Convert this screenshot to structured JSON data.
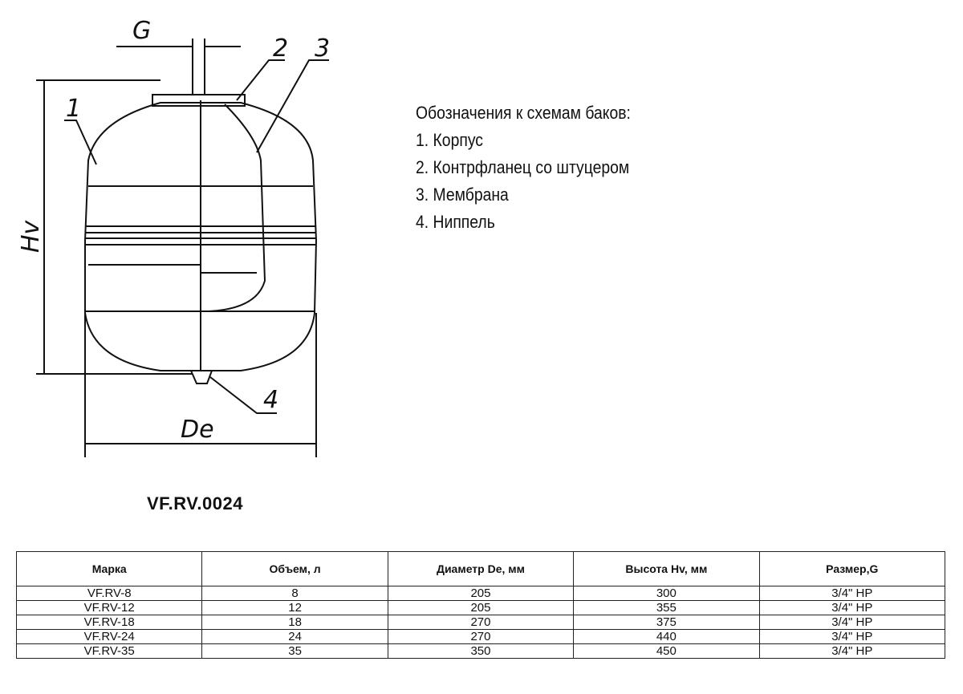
{
  "drawing": {
    "labels": {
      "g": "G",
      "hv": "Hv",
      "de": "De",
      "p1": "1",
      "p2": "2",
      "p3": "3",
      "p4": "4"
    }
  },
  "legend": {
    "title": "Обозначения к схемам баков:",
    "items": [
      "1. Корпус",
      "2. Контрфланец со штуцером",
      "3. Мембрана",
      "4. Ниппель"
    ]
  },
  "model": "VF.RV.0024",
  "table": {
    "headers": [
      "Марка",
      "Объем, л",
      "Диаметр De, мм",
      "Высота Hv, мм",
      "Размер,G"
    ],
    "rows": [
      [
        "VF.RV-8",
        "8",
        "205",
        "300",
        "3/4\" НР"
      ],
      [
        "VF.RV-12",
        "12",
        "205",
        "355",
        "3/4\" НР"
      ],
      [
        "VF.RV-18",
        "18",
        "270",
        "375",
        "3/4\" НР"
      ],
      [
        "VF.RV-24",
        "24",
        "270",
        "440",
        "3/4\" НР"
      ],
      [
        "VF.RV-35",
        "35",
        "350",
        "450",
        "3/4\" НР"
      ]
    ]
  }
}
